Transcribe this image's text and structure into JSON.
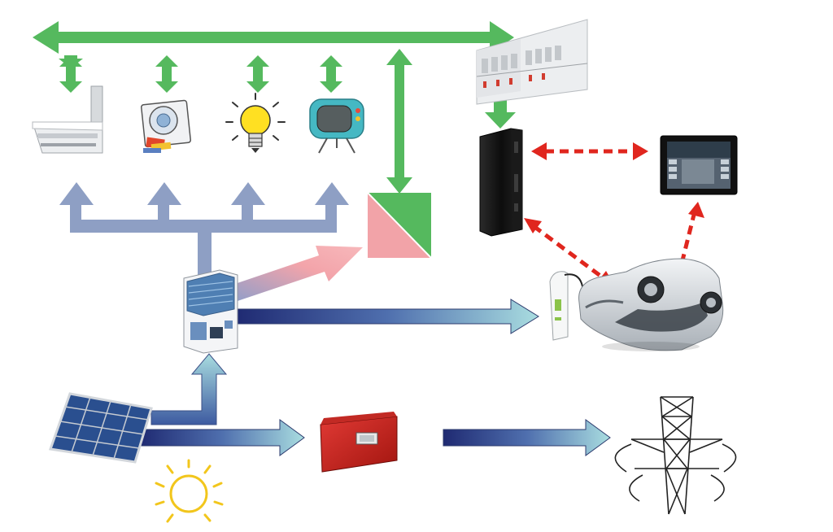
{
  "diagram": {
    "kind": "home-energy-management-flow",
    "colors": {
      "bus_green": "#55b95e",
      "distribution_blue": "#8e9fc4",
      "solar_flow_dark": "#24307a",
      "solar_flow_light": "#9fd6dc",
      "signal_red": "#e0261e",
      "meter_pink": "#f2a3a8"
    },
    "nodes": [
      {
        "id": "air-conditioner",
        "icon": "air-conditioner-icon"
      },
      {
        "id": "washing-machine",
        "icon": "washing-machine-icon"
      },
      {
        "id": "light-bulb",
        "icon": "light-bulb-icon"
      },
      {
        "id": "television",
        "icon": "retro-tv-icon"
      },
      {
        "id": "din-rail-controller",
        "icon": "din-rail-module-icon"
      },
      {
        "id": "home-gateway",
        "icon": "gateway-box-icon"
      },
      {
        "id": "tablet",
        "icon": "tablet-icon"
      },
      {
        "id": "energy-meter",
        "icon": "split-square-meter-icon"
      },
      {
        "id": "distribution-panel",
        "icon": "distribution-panel-icon"
      },
      {
        "id": "ev-charger",
        "icon": "ev-charger-icon"
      },
      {
        "id": "electric-car",
        "icon": "car-icon"
      },
      {
        "id": "solar-panel",
        "icon": "solar-panel-icon"
      },
      {
        "id": "sun",
        "icon": "sun-icon"
      },
      {
        "id": "inverter",
        "icon": "inverter-icon"
      },
      {
        "id": "power-grid-tower",
        "icon": "transmission-tower-icon"
      }
    ],
    "links": [
      {
        "from": "din-rail-controller",
        "to": "appliances",
        "style": "green-bus-bidirectional"
      },
      {
        "from": "din-rail-controller",
        "to": "home-gateway",
        "style": "green-arrow"
      },
      {
        "from": "home-gateway",
        "to": "tablet",
        "style": "red-dashed-bidirectional"
      },
      {
        "from": "home-gateway",
        "to": "electric-car",
        "style": "red-dashed-bidirectional"
      },
      {
        "from": "tablet",
        "to": "electric-car",
        "style": "red-dashed-bidirectional"
      },
      {
        "from": "distribution-panel",
        "to": "appliances",
        "style": "blue-tree"
      },
      {
        "from": "distribution-panel",
        "to": "energy-meter",
        "style": "pink-arrow"
      },
      {
        "from": "distribution-panel",
        "to": "ev-charger",
        "style": "gradient-arrow"
      },
      {
        "from": "solar-panel",
        "to": "distribution-panel",
        "style": "gradient-arrow"
      },
      {
        "from": "solar-panel",
        "to": "inverter",
        "style": "gradient-arrow"
      },
      {
        "from": "inverter",
        "to": "power-grid-tower",
        "style": "gradient-arrow"
      }
    ]
  }
}
